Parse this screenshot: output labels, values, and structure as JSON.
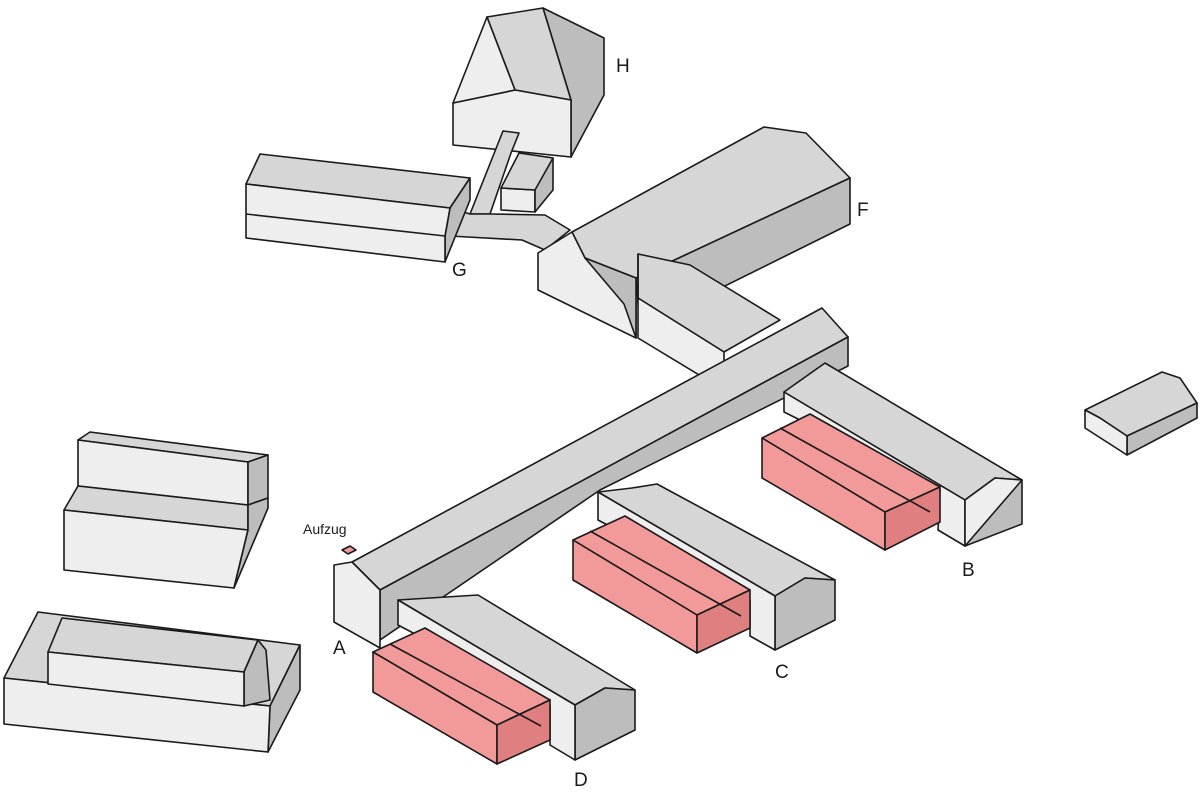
{
  "colors": {
    "light": "#eeeeee",
    "mid": "#d6d6d6",
    "dark": "#bdbdbd",
    "highlight": "#f29a9a",
    "highlight_dark": "#e07f7f",
    "outline": "#1a1a1a"
  },
  "labels": {
    "a": "A",
    "b": "B",
    "c": "C",
    "d": "D",
    "f": "F",
    "g": "G",
    "h": "H",
    "aufzug": "Aufzug"
  }
}
